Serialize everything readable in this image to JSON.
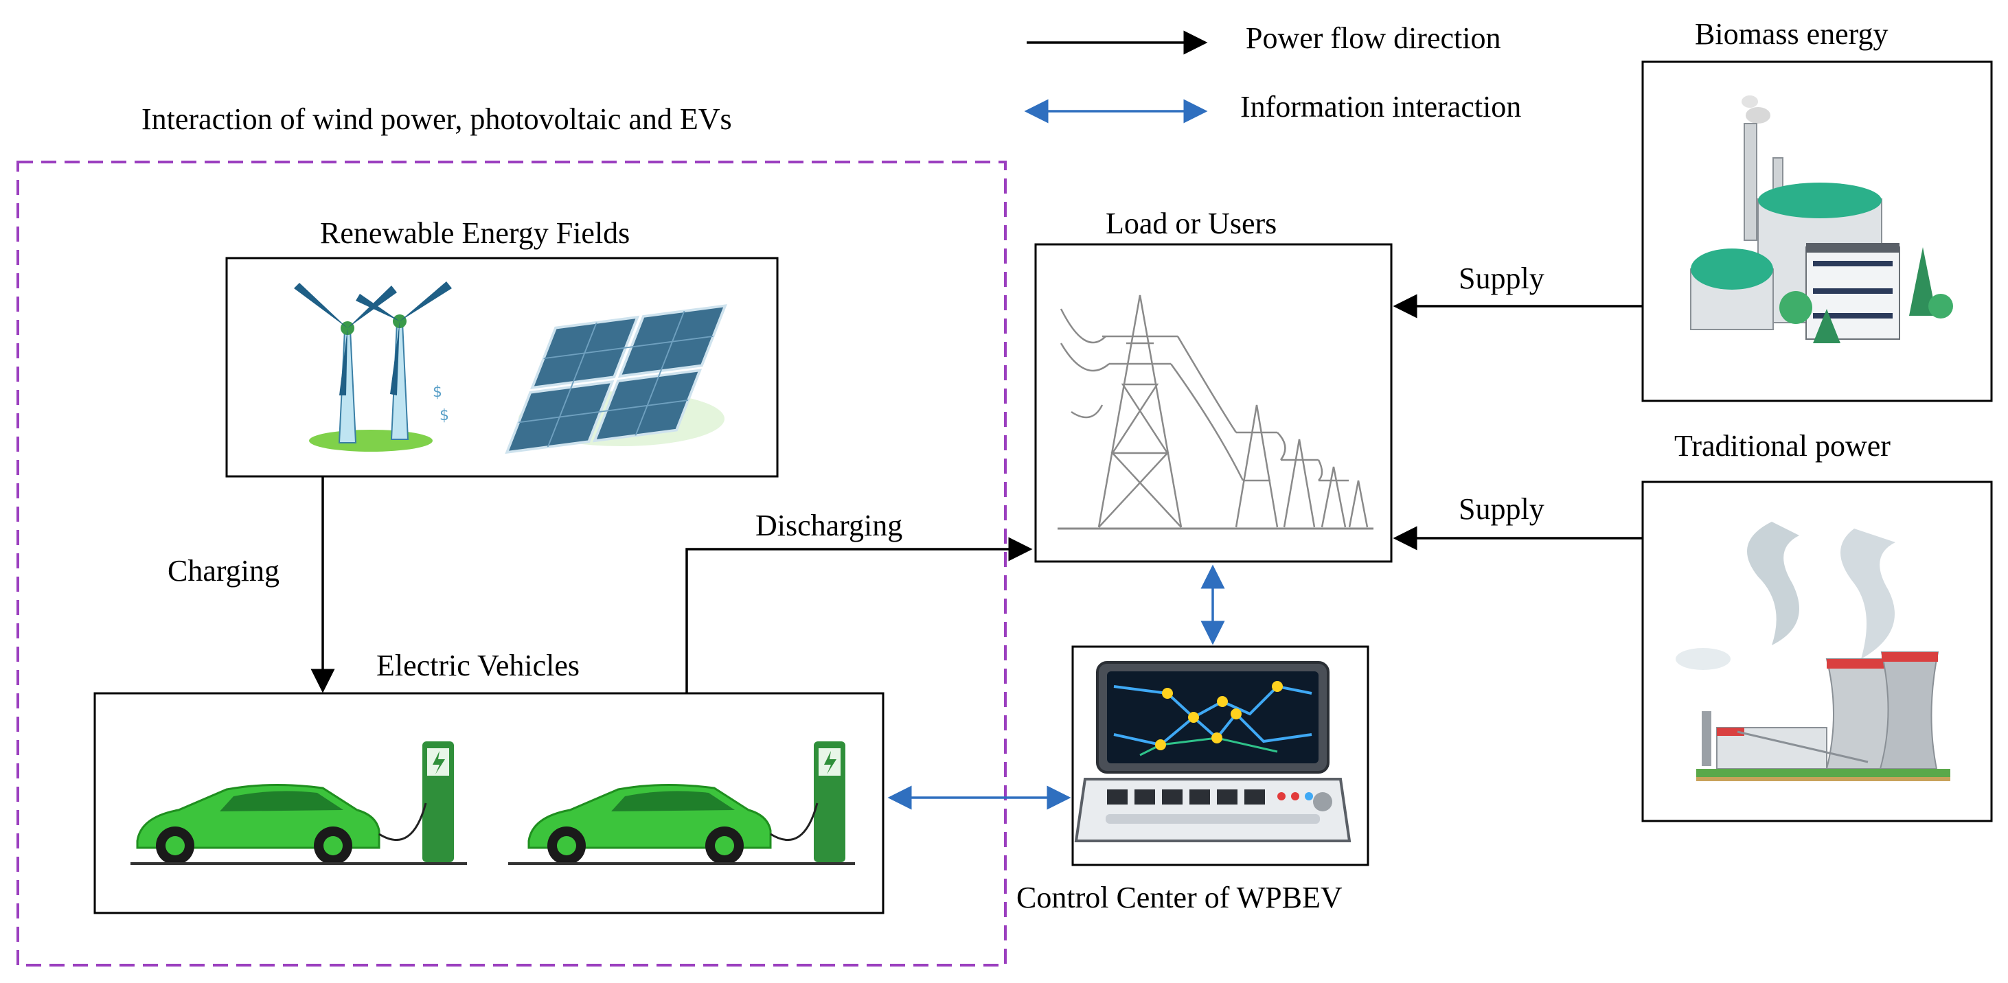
{
  "legend": {
    "power_flow": "Power flow direction",
    "information": "Information interaction"
  },
  "group": {
    "title": "Interaction of wind power, photovoltaic and EVs"
  },
  "nodes": {
    "renewable": "Renewable Energy Fields",
    "ev": "Electric Vehicles",
    "load": "Load or Users",
    "control": "Control Center of WPBEV",
    "biomass": "Biomass energy",
    "traditional": "Traditional power"
  },
  "edges": {
    "charging": "Charging",
    "discharging": "Discharging",
    "supply_biomass": "Supply",
    "supply_traditional": "Supply"
  },
  "colors": {
    "power_arrow": "#000000",
    "info_arrow": "#2f6fbf",
    "group_border": "#9b3fbf",
    "car": "#3cc43c",
    "charger": "#2f8f3a",
    "tower": "#8a8a8a",
    "panel": "#3b6f8f",
    "tank": "#2bb08a"
  },
  "icons": [
    "wind-turbine-icon",
    "solar-panel-icon",
    "transmission-tower-icon",
    "control-console-icon",
    "electric-car-icon",
    "charging-station-icon",
    "biomass-plant-icon",
    "power-plant-icon"
  ]
}
